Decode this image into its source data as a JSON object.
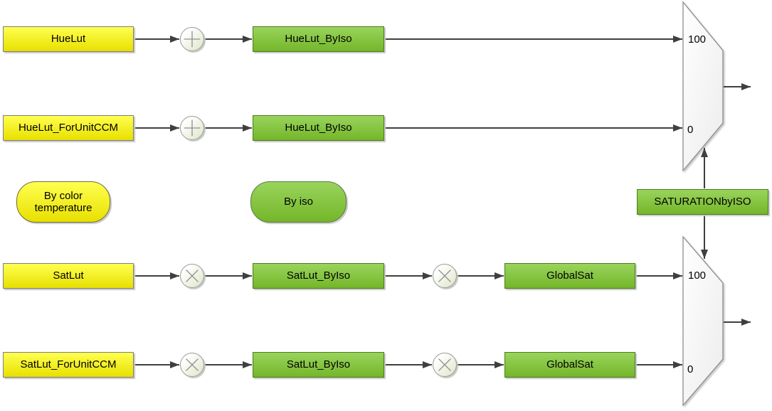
{
  "nodes": {
    "huelut": "HueLut",
    "huelut_forunitccm": "HueLut_ForUnitCCM",
    "huelut_byiso_top": "HueLut_ByIso",
    "huelut_byiso_bottom": "HueLut_ByIso",
    "satlut": "SatLut",
    "satlut_forunitccm": "SatLut_ForUnitCCM",
    "satlut_byiso_top": "SatLut_ByIso",
    "satlut_byiso_bottom": "SatLut_ByIso",
    "globalsat_top": "GlobalSat",
    "globalsat_bottom": "GlobalSat",
    "saturation_by_iso": "SATURATIONbyISO"
  },
  "legend": {
    "by_color_temperature": "By color temperature",
    "by_iso": "By iso"
  },
  "operators": {
    "hue_top": "plus",
    "hue_bottom": "plus",
    "sat_top_1": "multiply",
    "sat_top_2": "multiply",
    "sat_bottom_1": "multiply",
    "sat_bottom_2": "multiply"
  },
  "mux_top": {
    "input_high_label": "100",
    "input_low_label": "0"
  },
  "mux_bottom": {
    "input_high_label": "100",
    "input_low_label": "0"
  },
  "colors": {
    "yellow_top": "#ffff50",
    "yellow_bottom": "#e8e000",
    "yellow_border": "#7f7f7f",
    "green_top": "#99d45c",
    "green_bottom": "#74b62a",
    "green_border": "#4e7a1d",
    "mux_fill_top": "#ffffff",
    "mux_fill_bottom": "#ececec",
    "mux_border": "#8c8c8c",
    "circle_border": "#9a9a9a",
    "circle_fill": "#dde6c7",
    "glyph": "#8f8f8f",
    "arrow": "#3f3f3f",
    "shadow": "#c8c8c8"
  }
}
